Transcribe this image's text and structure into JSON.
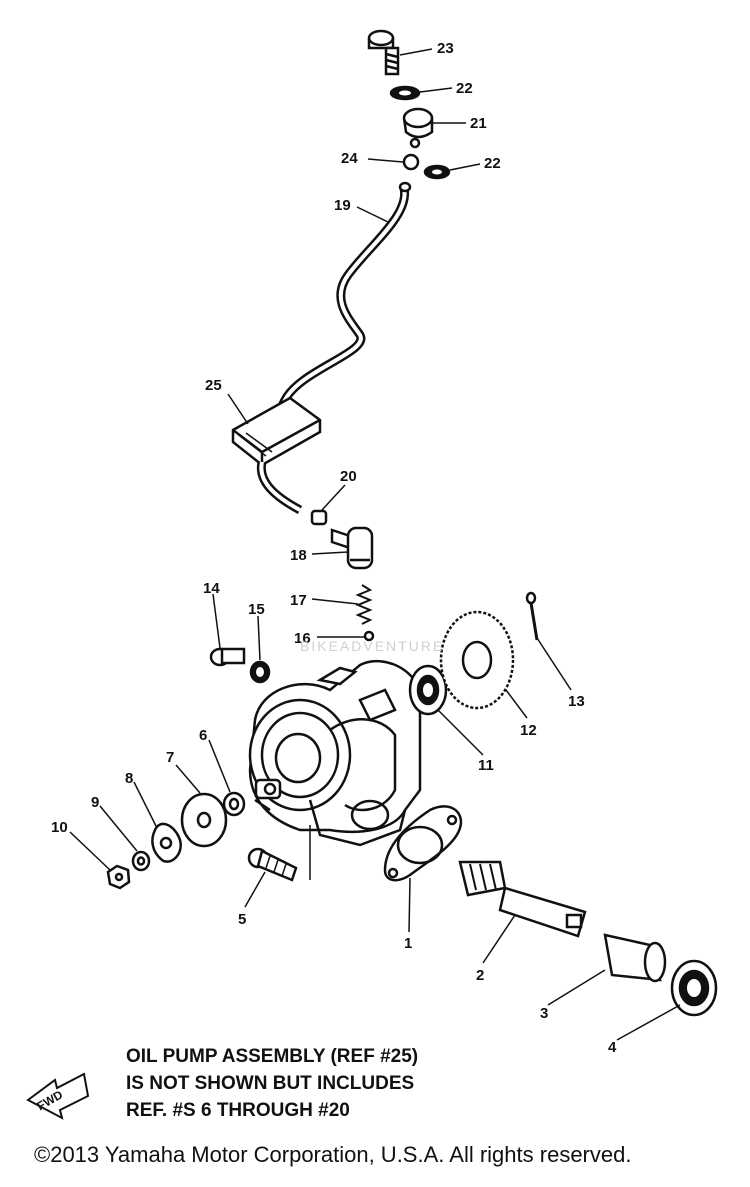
{
  "callouts": {
    "c1": "1",
    "c2": "2",
    "c3": "3",
    "c4": "4",
    "c5": "5",
    "c6": "6",
    "c7": "7",
    "c8": "8",
    "c9": "9",
    "c10": "10",
    "c11": "11",
    "c12": "12",
    "c13": "13",
    "c14": "14",
    "c15": "15",
    "c16": "16",
    "c17": "17",
    "c18": "18",
    "c19": "19",
    "c20": "20",
    "c21": "21",
    "c22a": "22",
    "c22b": "22",
    "c23": "23",
    "c24": "24",
    "c25": "25"
  },
  "note": {
    "line1": "OIL PUMP ASSEMBLY (REF #25)",
    "line2": "IS NOT SHOWN BUT INCLUDES",
    "line3": "REF. #S 6 THROUGH #20"
  },
  "fwd_label": "FWD",
  "watermark": "BIKEADVENTURE",
  "copyright": "©2013 Yamaha Motor Corporation, U.S.A. All rights reserved.",
  "colors": {
    "ink": "#111111",
    "paper": "#ffffff"
  }
}
